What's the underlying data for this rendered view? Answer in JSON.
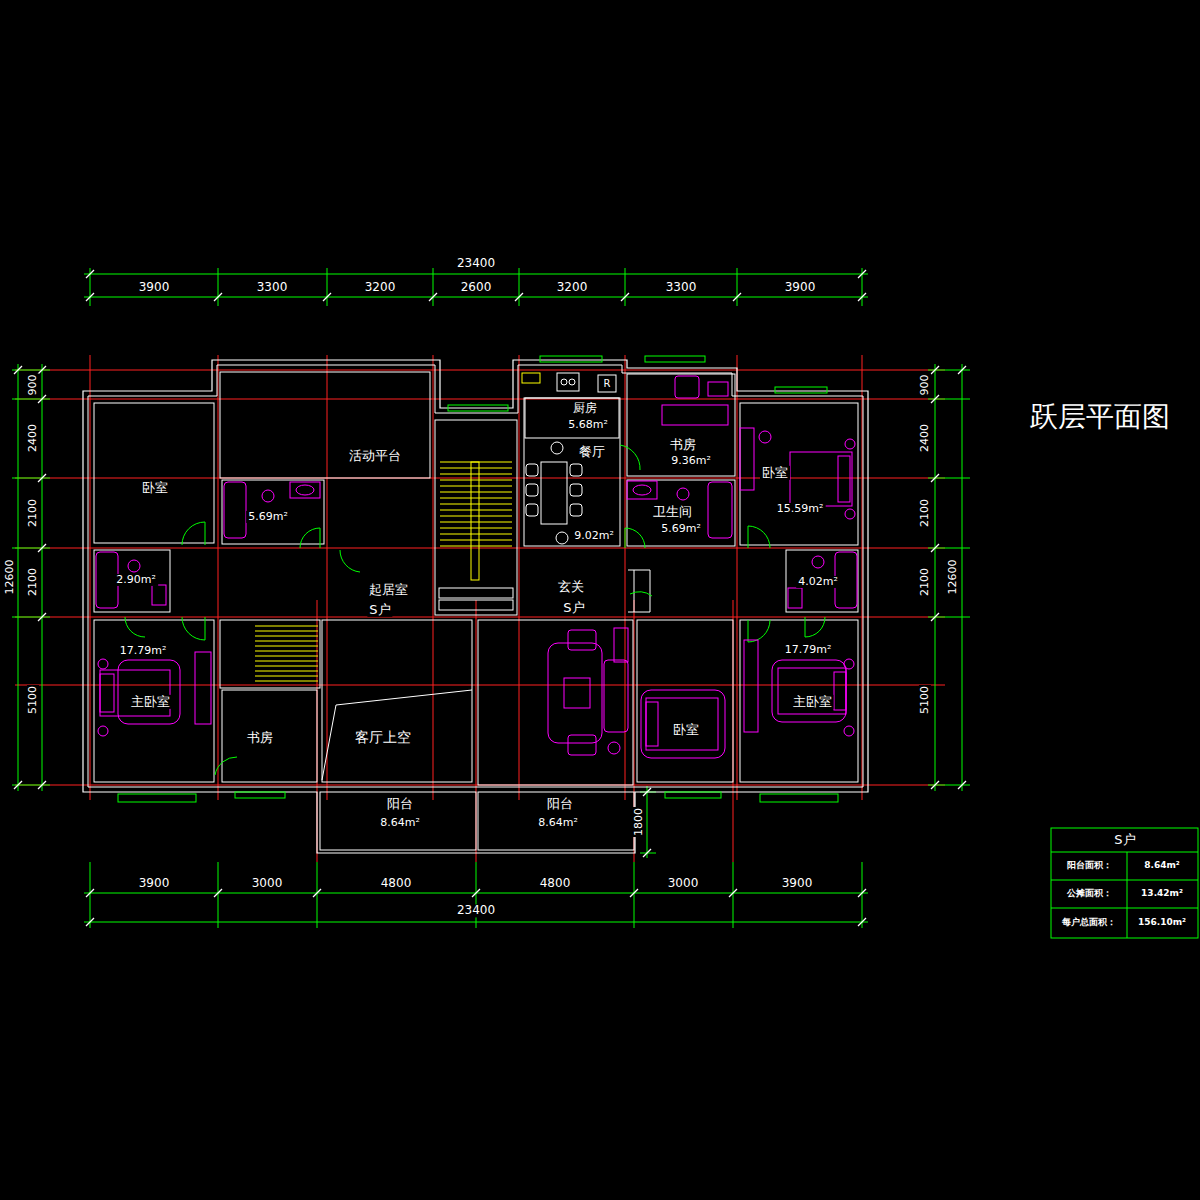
{
  "diagram": {
    "title": "跃层平面图",
    "nodes": [
      {
        "text": [
          "卧室"
        ]
      },
      {
        "text": [
          "活动平台"
        ]
      },
      {
        "text": [
          "5.69m²"
        ]
      },
      {
        "text": [
          "厨房",
          "5.68m²"
        ]
      },
      {
        "text": [
          "书房",
          "9.36m²"
        ]
      },
      {
        "text": [
          "餐厅",
          "9.02m²"
        ]
      },
      {
        "text": [
          "卫生间",
          "5.69m²"
        ]
      },
      {
        "text": [
          "卧室",
          "15.59m²"
        ]
      },
      {
        "text": [
          "2.90m²"
        ]
      },
      {
        "text": [
          "起居室",
          "S户"
        ]
      },
      {
        "text": [
          "玄关",
          "S户"
        ]
      },
      {
        "text": [
          "4.02m²"
        ]
      },
      {
        "text": [
          "17.79m²",
          "主卧室"
        ]
      },
      {
        "text": [
          "书房"
        ]
      },
      {
        "text": [
          "客厅上空"
        ]
      },
      {
        "text": [
          "卧室"
        ]
      },
      {
        "text": [
          "17.79m²",
          "主卧室"
        ]
      },
      {
        "text": [
          "阳台",
          "8.64m²"
        ]
      },
      {
        "text": [
          "阳台",
          "8.64m²"
        ]
      }
    ],
    "labels": [
      "23400",
      "3900",
      "3300",
      "3200",
      "2600",
      "3200",
      "3300",
      "3900",
      "3900",
      "3000",
      "4800",
      "4800",
      "3000",
      "3900",
      "23400",
      "900",
      "2400",
      "2100",
      "2100",
      "5100",
      "12600",
      "900",
      "2400",
      "2100",
      "2100",
      "5100",
      "12600",
      "1800",
      "R",
      "S户",
      "阳台面积：",
      "8.64m²",
      "公摊面积：",
      "13.42m²",
      "每户总面积：",
      "156.10m²"
    ]
  }
}
